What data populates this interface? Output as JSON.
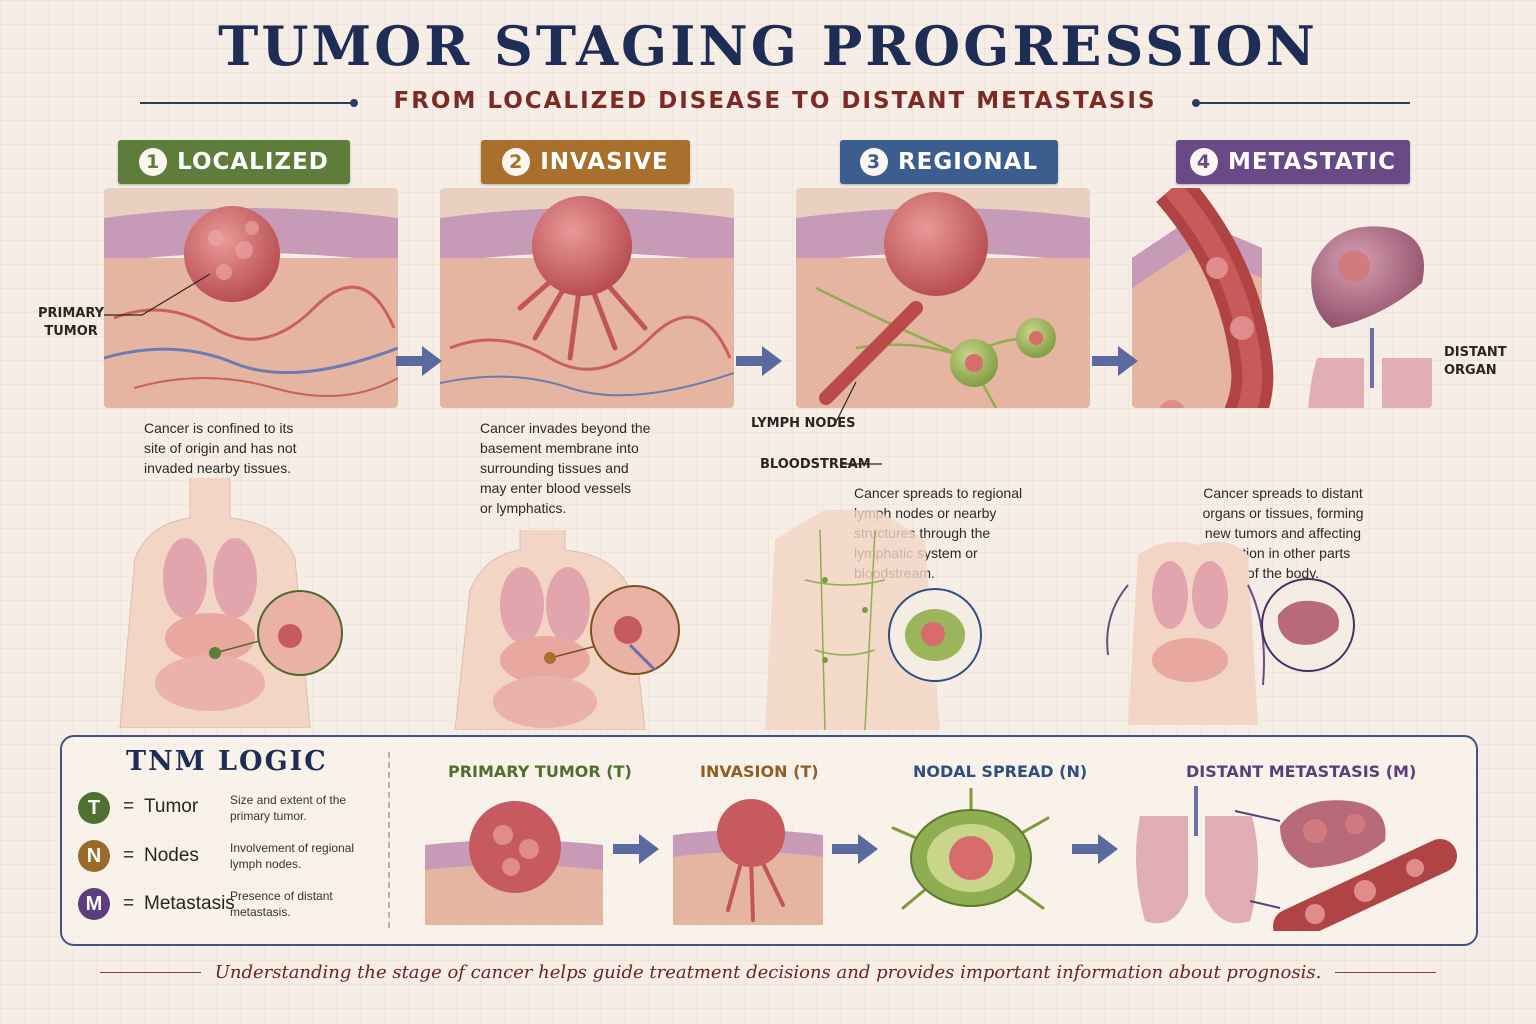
{
  "header": {
    "title": "TUMOR STAGING PROGRESSION",
    "subtitle": "FROM LOCALIZED DISEASE TO DISTANT METASTASIS"
  },
  "stages": [
    {
      "number": "1",
      "label": "LOCALIZED",
      "color": "#5e7d3a",
      "description_lines": [
        "Cancer is confined to its",
        "site of origin and has not",
        "invaded nearby tissues."
      ]
    },
    {
      "number": "2",
      "label": "INVASIVE",
      "color": "#a8702c",
      "description_lines": [
        "Cancer invades beyond the",
        "basement membrane into",
        "surrounding tissues and",
        "may enter blood vessels",
        "or lymphatics."
      ]
    },
    {
      "number": "3",
      "label": "REGIONAL",
      "color": "#3b5e8e",
      "description_lines": [
        "Cancer spreads to regional",
        "lymph nodes or nearby",
        "structures through the",
        "lymphatic system or",
        "bloodstream."
      ]
    },
    {
      "number": "4",
      "label": "METASTATIC",
      "color": "#6a4a86",
      "description_lines": [
        "Cancer spreads to distant",
        "organs or tissues, forming",
        "new tumors and affecting",
        "function in other parts",
        "of the body."
      ]
    }
  ],
  "callouts": {
    "primary_tumor": [
      "PRIMARY",
      "TUMOR"
    ],
    "lymph_nodes": "LYMPH NODES",
    "bloodstream": "BLOODSTREAM",
    "distant_organ": [
      "DISTANT",
      "ORGAN"
    ]
  },
  "tnm": {
    "title": "TNM LOGIC",
    "legend": [
      {
        "letter": "T",
        "equals": "=",
        "name": "Tumor",
        "desc_lines": [
          "Size and extent of the",
          "primary tumor."
        ],
        "color": "#4f7033"
      },
      {
        "letter": "N",
        "equals": "=",
        "name": "Nodes",
        "desc_lines": [
          "Involvement of regional",
          "lymph nodes."
        ],
        "color": "#9a6a2a"
      },
      {
        "letter": "M",
        "equals": "=",
        "name": "Metastasis",
        "desc_lines": [
          "Presence of distant",
          "metastasis."
        ],
        "color": "#5c3f7a"
      }
    ],
    "steps": [
      {
        "label": "PRIMARY TUMOR (T)",
        "color": "#4f6e30"
      },
      {
        "label": "INVASION (T)",
        "color": "#8f5e22"
      },
      {
        "label": "NODAL SPREAD (N)",
        "color": "#2f4f7e"
      },
      {
        "label": "DISTANT METASTASIS (M)",
        "color": "#5c3f7a"
      }
    ]
  },
  "footer": "Understanding the stage of cancer helps guide treatment decisions and provides important information about prognosis.",
  "colors": {
    "title": "#1d2d55",
    "subtitle": "#7d2a25",
    "arrow": "#5a6a9e",
    "tissue": "#e8b8a4",
    "tumor": "#c65a5e"
  }
}
